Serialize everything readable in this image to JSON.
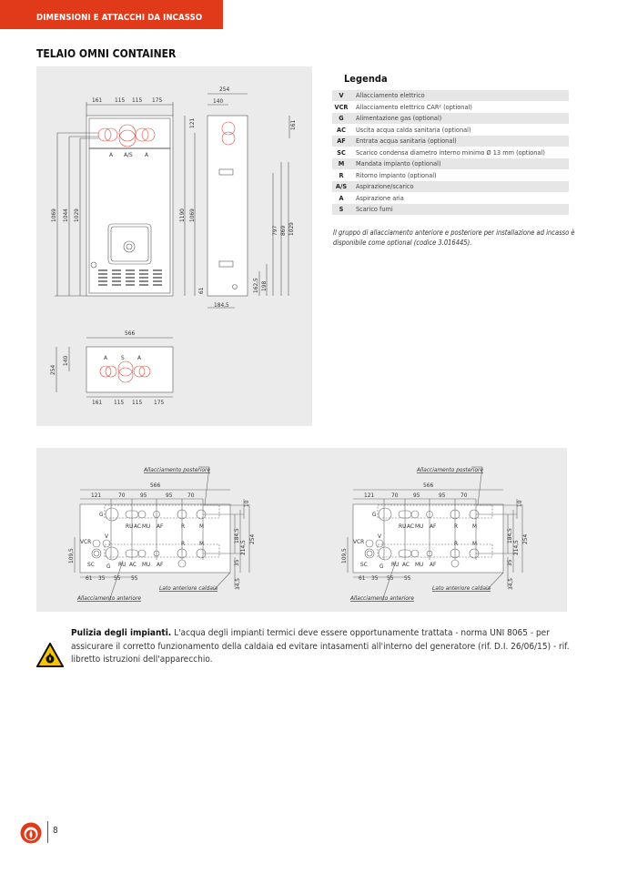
{
  "header": {
    "section": "DIMENSIONI E ATTACCHI DA INCASSO"
  },
  "page_title": "TELAIO OMNI CONTAINER",
  "front_view": {
    "top_dims": [
      "161",
      "115",
      "115",
      "175"
    ],
    "left_dims": [
      "1069",
      "1044",
      "1029"
    ],
    "port_labels": [
      "A",
      "A/S",
      "A"
    ]
  },
  "side_view": {
    "top_dims": [
      "254",
      "140"
    ],
    "left_dims": [
      "121",
      "1190",
      "1069"
    ],
    "right_dims": [
      "161",
      "797",
      "869",
      "1029",
      "162,5",
      "198"
    ],
    "bottom_dims": [
      "61",
      "184,5"
    ]
  },
  "top_view": {
    "width_dim": "566",
    "depth_dims": [
      "254",
      "140"
    ],
    "port_labels": [
      "A",
      "S",
      "A"
    ],
    "bottom_dims": [
      "161",
      "115",
      "115",
      "175"
    ]
  },
  "connections": {
    "rear_label": "Allacciamento posteriore",
    "front_label": "Allacciamento anteriore",
    "front_side_label": "Lato anteriore caldaia",
    "width_dim": "566",
    "top_dims": [
      "121",
      "70",
      "95",
      "95",
      "70"
    ],
    "right_dims": [
      "10",
      "184,5",
      "214,5",
      "254",
      "35",
      "34,5"
    ],
    "left_dim": "109,5",
    "bottom_dims": [
      "61",
      "35",
      "55",
      "55"
    ],
    "upper_labels": [
      "G",
      "RU",
      "AC",
      "MU",
      "AF",
      "R",
      "M"
    ],
    "lower_labels": [
      "VCR",
      "V",
      "SC",
      "G",
      "RU",
      "AC",
      "MU",
      "AF",
      "R",
      "M"
    ]
  },
  "legend": {
    "title": "Legenda",
    "items": [
      {
        "code": "V",
        "desc": "Allacciamento elettrico"
      },
      {
        "code": "VCR",
        "desc": "Allacciamento elettrico CAR² (optional)"
      },
      {
        "code": "G",
        "desc": "Alimentazione gas (optional)"
      },
      {
        "code": "AC",
        "desc": "Uscita acqua calda sanitaria (optional)"
      },
      {
        "code": "AF",
        "desc": "Entrata acqua sanitaria (optional)"
      },
      {
        "code": "SC",
        "desc": "Scarico condensa diametro interno minimo Ø 13 mm (optional)"
      },
      {
        "code": "M",
        "desc": "Mandata impianto (optional)"
      },
      {
        "code": "R",
        "desc": "Ritorno impianto (optional)"
      },
      {
        "code": "A/S",
        "desc": "Aspirazione/scarico"
      },
      {
        "code": "A",
        "desc": "Aspirazione aria"
      },
      {
        "code": "S",
        "desc": "Scarico fumi"
      }
    ],
    "note": "Il gruppo di allacciamento anteriore e posteriore per installazione ad incasso è disponibile come optional  (codice  3.016445)."
  },
  "warning": {
    "bold": "Pulizia degli impianti.",
    "text": " L'acqua degli impianti termici deve essere opportunamente trattata - norma UNI 8065 - per assicurare il corretto funzionamento della caldaia ed evitare intasamenti all'interno del generatore (rif. D.I. 26/06/15) - rif. libretto istruzioni dell'apparecchio."
  },
  "footer": {
    "page_number": "8"
  },
  "colors": {
    "brand": "#e03a1a",
    "panel": "#ebebeb",
    "port_red": "#d9473a"
  }
}
